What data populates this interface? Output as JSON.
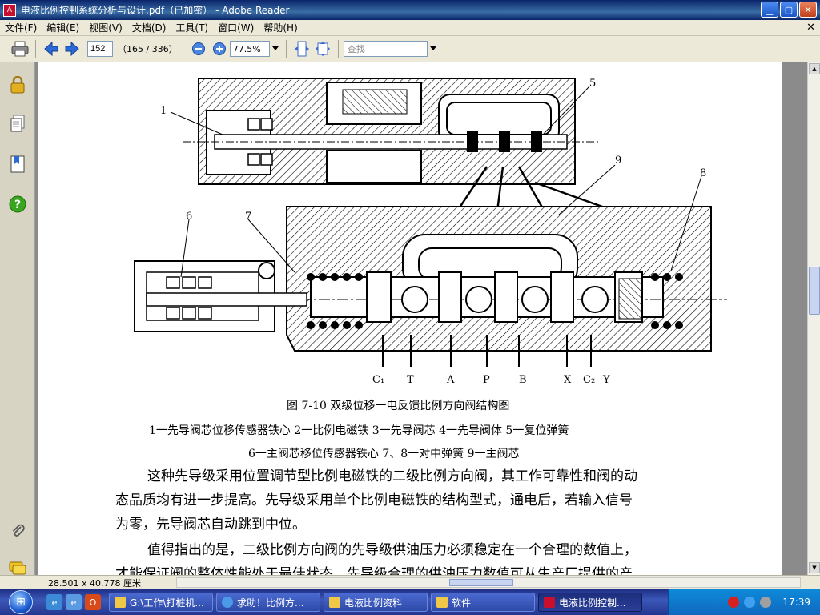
{
  "window": {
    "title": "电液比例控制系统分析与设计.pdf（已加密） - Adobe Reader",
    "min": "▁",
    "max": "▢",
    "close": "✕"
  },
  "menu": {
    "items": [
      "文件(F)",
      "编辑(E)",
      "视图(V)",
      "文档(D)",
      "工具(T)",
      "窗口(W)",
      "帮助(H)"
    ],
    "close": "✕"
  },
  "toolbar": {
    "page_current": "152",
    "page_count": "（165 / 336）",
    "zoom": "77.5%",
    "search_placeholder": "查找"
  },
  "figure": {
    "labels": [
      "1",
      "5",
      "9",
      "8",
      "6",
      "7"
    ],
    "port_labels": [
      "C₁",
      "T",
      "A",
      "P",
      "B",
      "X",
      "C₂",
      "Y"
    ]
  },
  "document": {
    "caption_title": "图 7-10  双级位移一电反馈比例方向阀结构图",
    "caption_line1": "1一先导阀芯位移传感器铁心   2一比例电磁铁   3一先导阀芯   4一先导阀体   5一复位弹簧",
    "caption_line2": "6一主阀芯移位传感器铁心   7、8一对中弹簧   9一主阀芯",
    "para1_line1": "这种先导级采用位置调节型比例电磁铁的二级比例方向阀，其工作可靠性和阀的动",
    "para1_line2": "态品质均有进一步提高。先导级采用单个比例电磁铁的结构型式，通电后，若输入信号",
    "para1_line3": "为零，先导阀芯自动跳到中位。",
    "para2_line1": "值得指出的是，二级比例方向阀的先导级供油压力必须稳定在一个合理的数值上，",
    "para2_line2": "才能保证阀的整体性能处于最佳状态。先导级合理的供油压力数值可从生产厂提供的产"
  },
  "status": {
    "page_size": "28.501 x 40.778 厘米"
  },
  "taskbar": {
    "tasks": [
      {
        "label": "G:\\工作\\打桩机..."
      },
      {
        "label": "求助！比例方..."
      },
      {
        "label": "电液比例资料"
      },
      {
        "label": "软件"
      },
      {
        "label": "电液比例控制..."
      }
    ],
    "clock": "17:39"
  },
  "colors": {
    "title_bar": "#0a246a",
    "taskbar": "#24368f",
    "active_task": "#1c2e7c",
    "doc_bg": "#8b8b8b"
  }
}
